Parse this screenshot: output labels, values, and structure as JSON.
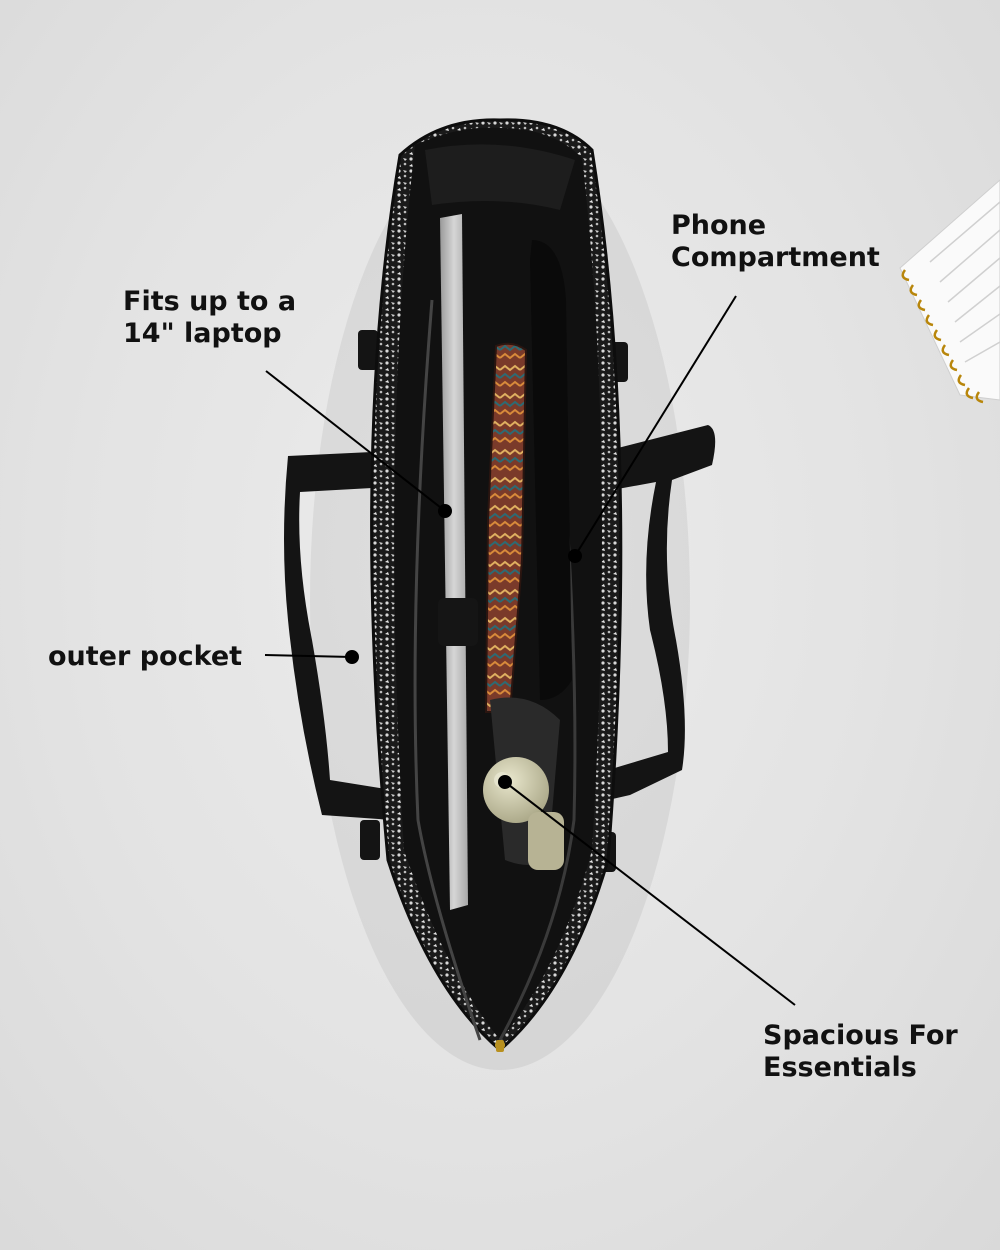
{
  "annotations": {
    "laptop": {
      "line1": "Fits up to a",
      "line2": "14\" laptop"
    },
    "phone": {
      "line1": "Phone",
      "line2": "Compartment"
    },
    "pocket": {
      "line1": "outer pocket"
    },
    "essentials": {
      "line1": "Spacious For",
      "line2": "Essentials"
    }
  },
  "colors": {
    "background": "#e4e4e4",
    "bag_black": "#141414",
    "laptop_silver": "#b9b9b9",
    "bottle_cream": "#c9c6a6",
    "text": "#111111"
  },
  "icons": [
    "tote-bag",
    "laptop",
    "notebook",
    "water-bottle",
    "zipper-pull",
    "spiral-notepad"
  ]
}
